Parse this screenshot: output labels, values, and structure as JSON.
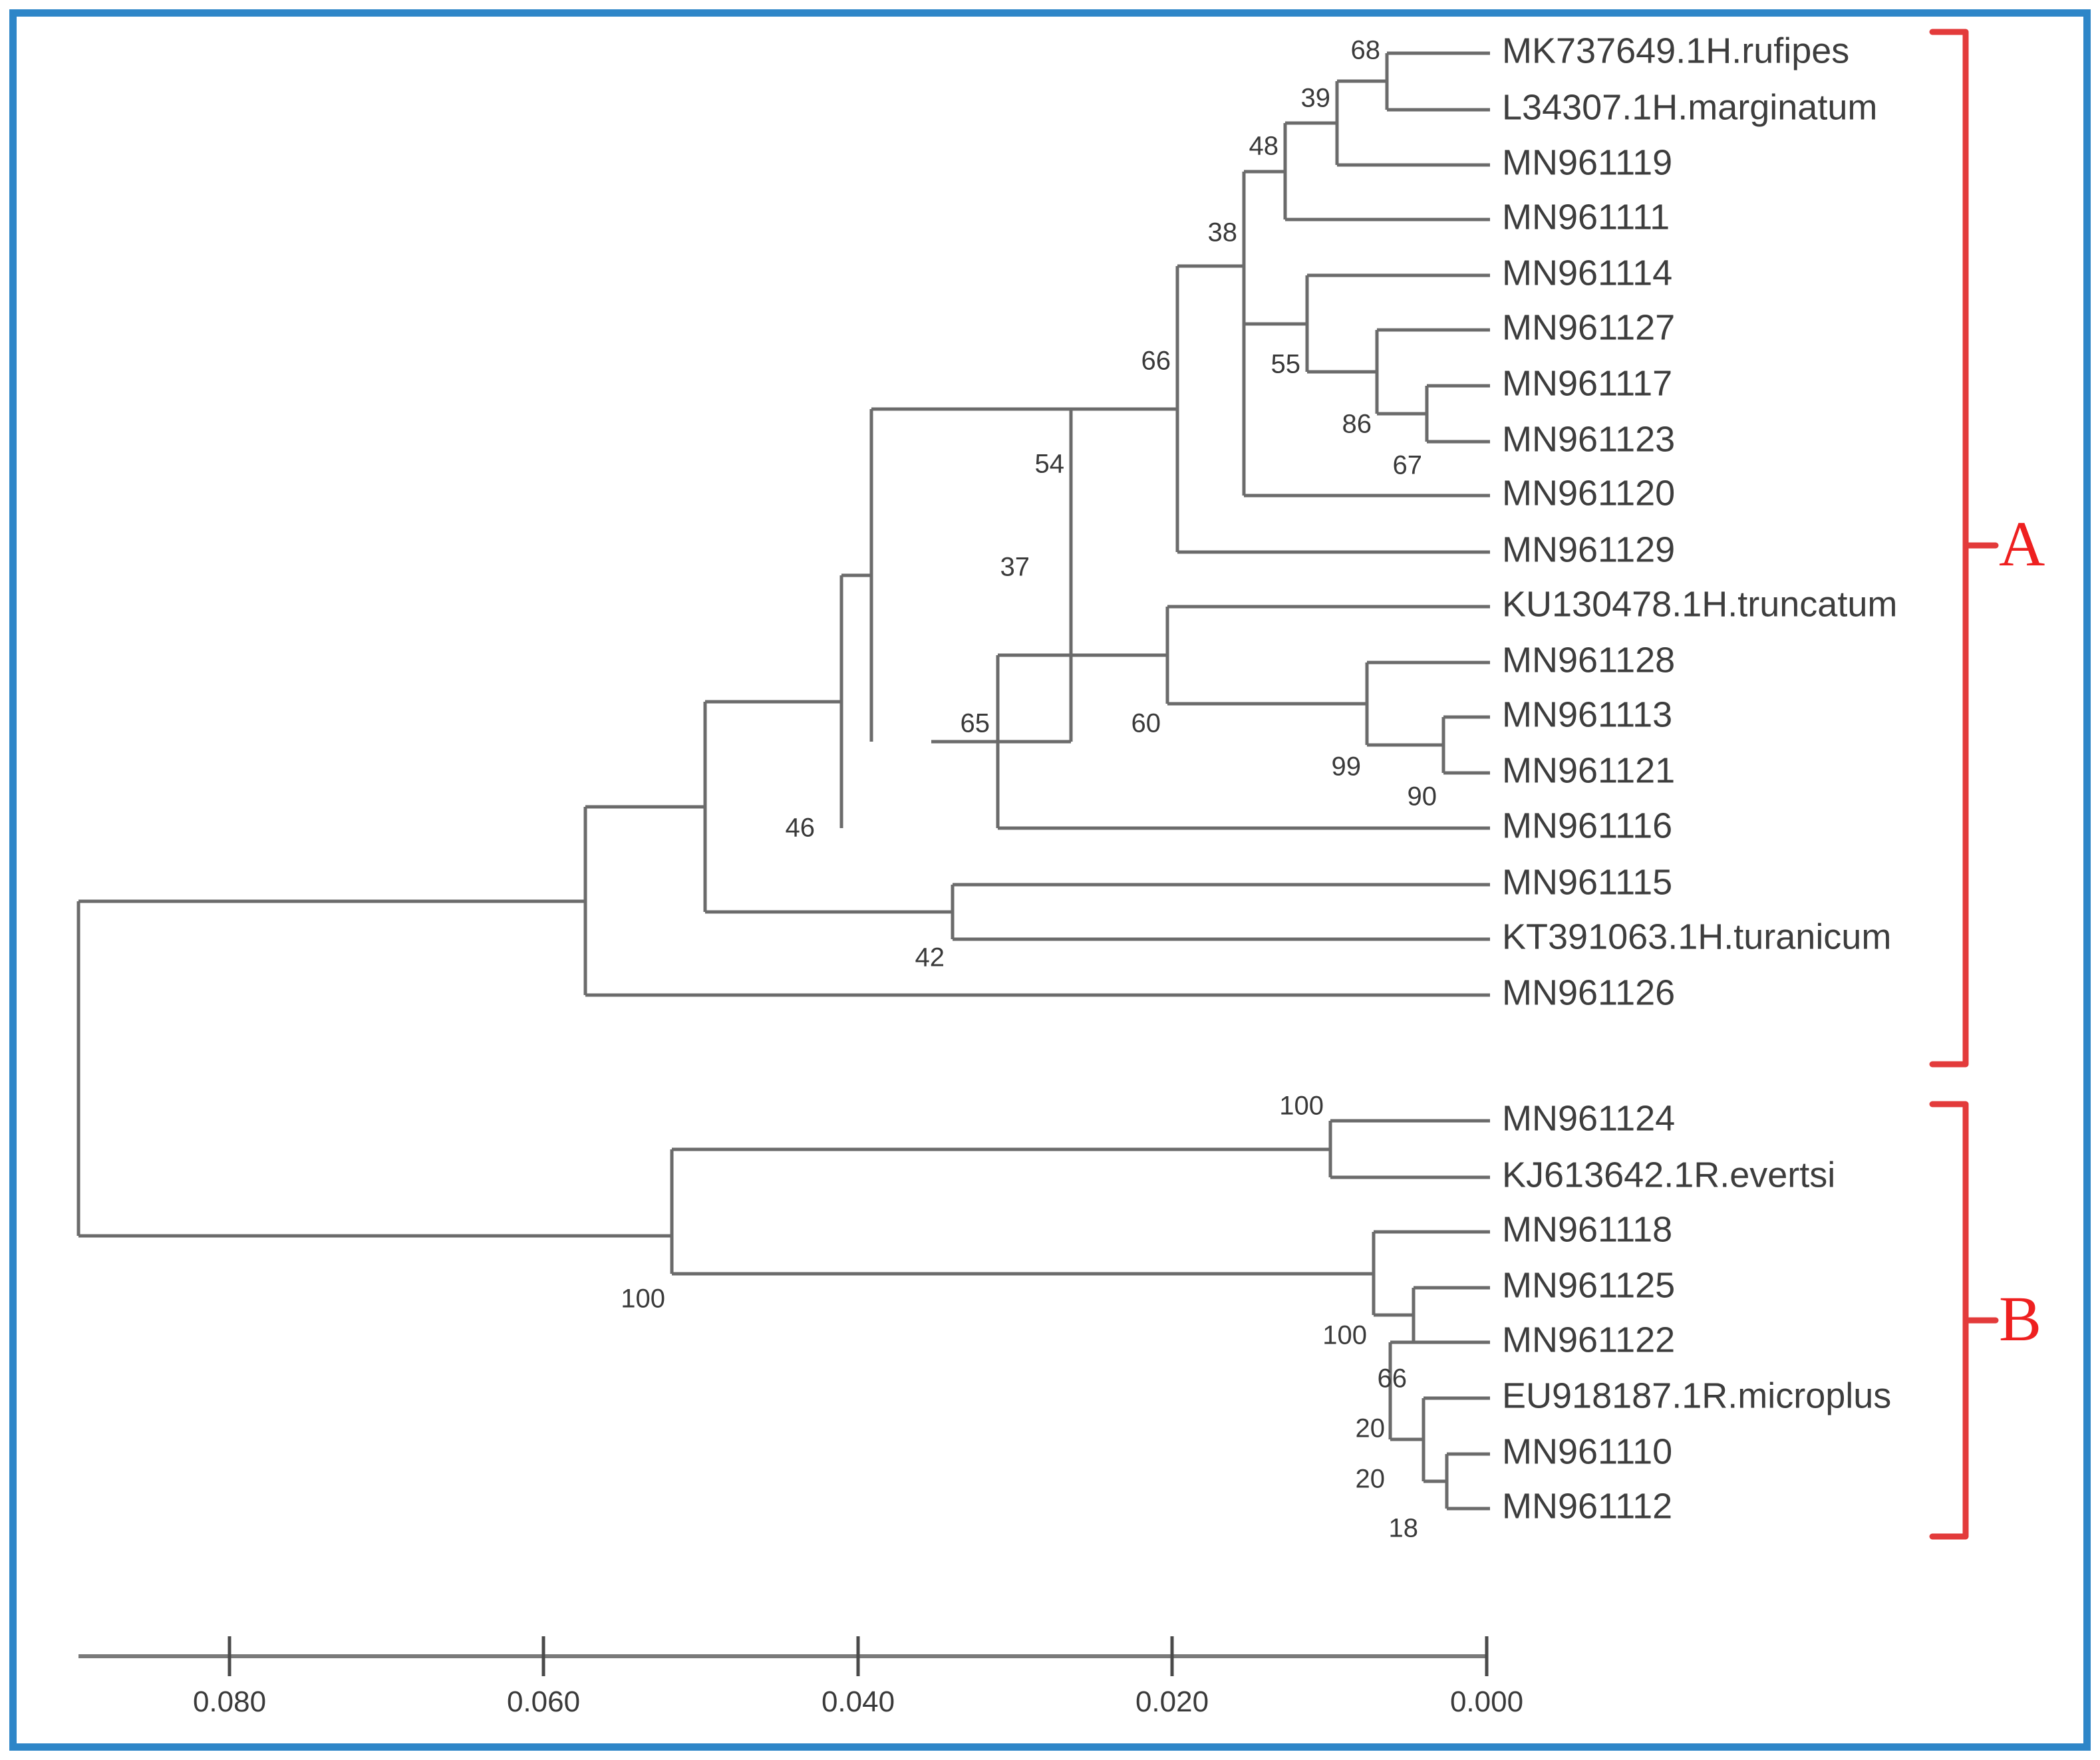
{
  "figure": {
    "type": "phylogenetic-tree",
    "border_color": "#2E86C8",
    "branch_color": "#6b6b6b",
    "clade_bracket_color": "#e33b3b"
  },
  "clades": [
    {
      "id": "A",
      "label": "A",
      "taxa_count": 18
    },
    {
      "id": "B",
      "label": "B",
      "taxa_count": 8
    }
  ],
  "taxa": [
    {
      "i": 0,
      "label": "MK737649.1H.rufipes",
      "clade": "A"
    },
    {
      "i": 1,
      "label": "L34307.1H.marginatum",
      "clade": "A"
    },
    {
      "i": 2,
      "label": "MN961119",
      "clade": "A"
    },
    {
      "i": 3,
      "label": "MN961111",
      "clade": "A"
    },
    {
      "i": 4,
      "label": "MN961114",
      "clade": "A"
    },
    {
      "i": 5,
      "label": "MN961127",
      "clade": "A"
    },
    {
      "i": 6,
      "label": "MN961117",
      "clade": "A"
    },
    {
      "i": 7,
      "label": "MN961123",
      "clade": "A"
    },
    {
      "i": 8,
      "label": "MN961120",
      "clade": "A"
    },
    {
      "i": 9,
      "label": "MN961129",
      "clade": "A"
    },
    {
      "i": 10,
      "label": "KU130478.1H.truncatum",
      "clade": "A"
    },
    {
      "i": 11,
      "label": "MN961128",
      "clade": "A"
    },
    {
      "i": 12,
      "label": "MN961113",
      "clade": "A"
    },
    {
      "i": 13,
      "label": "MN961121",
      "clade": "A"
    },
    {
      "i": 14,
      "label": "MN961116",
      "clade": "A"
    },
    {
      "i": 15,
      "label": "MN961115",
      "clade": "A"
    },
    {
      "i": 16,
      "label": "KT391063.1H.turanicum",
      "clade": "A"
    },
    {
      "i": 17,
      "label": "MN961126",
      "clade": "A"
    },
    {
      "i": 18,
      "label": "MN961124",
      "clade": "B"
    },
    {
      "i": 19,
      "label": "KJ613642.1R.evertsi",
      "clade": "B"
    },
    {
      "i": 20,
      "label": "MN961118",
      "clade": "B"
    },
    {
      "i": 21,
      "label": "MN961125",
      "clade": "B"
    },
    {
      "i": 22,
      "label": "MN961122",
      "clade": "B"
    },
    {
      "i": 23,
      "label": "EU918187.1R.microplus",
      "clade": "B"
    },
    {
      "i": 24,
      "label": "MN961110",
      "clade": "B"
    },
    {
      "i": 25,
      "label": "MN961112",
      "clade": "B"
    }
  ],
  "bootstrap_values": [
    {
      "id": "n68",
      "value": "68"
    },
    {
      "id": "n39",
      "value": "39"
    },
    {
      "id": "n48",
      "value": "48"
    },
    {
      "id": "n38",
      "value": "38"
    },
    {
      "id": "n55",
      "value": "55"
    },
    {
      "id": "n86",
      "value": "86"
    },
    {
      "id": "n67",
      "value": "67"
    },
    {
      "id": "n66",
      "value": "66"
    },
    {
      "id": "n54",
      "value": "54"
    },
    {
      "id": "n37",
      "value": "37"
    },
    {
      "id": "n60",
      "value": "60"
    },
    {
      "id": "n99",
      "value": "99"
    },
    {
      "id": "n90",
      "value": "90"
    },
    {
      "id": "n65",
      "value": "65"
    },
    {
      "id": "n46",
      "value": "46"
    },
    {
      "id": "n42",
      "value": "42"
    },
    {
      "id": "n100a",
      "value": "100"
    },
    {
      "id": "n100b",
      "value": "100"
    },
    {
      "id": "n100c",
      "value": "100"
    },
    {
      "id": "n66b",
      "value": "66"
    },
    {
      "id": "n20a",
      "value": "20"
    },
    {
      "id": "n20b",
      "value": "20"
    },
    {
      "id": "n18",
      "value": "18"
    }
  ],
  "scale_axis": {
    "ticks": [
      "0.080",
      "0.060",
      "0.040",
      "0.020",
      "0.000"
    ],
    "direction": "decreasing-left-to-right"
  },
  "chart_data": {
    "type": "tree",
    "title": "",
    "xlabel": "",
    "ylabel": "",
    "scale_ticks": [
      0.08,
      0.06,
      0.04,
      0.02,
      0.0
    ],
    "leaf_count": 26,
    "newick_summary": "((((((((MK737649.1H.rufipes,L34307.1H.marginatum)68,MN961119)39,MN961111)48,(MN961114,(MN961127,(MN961117,MN961123)67)86)55)38,MN961129)66,((KU130478.1H.truncatum,(MN961128,(MN961113,MN961121)90)99)60,MN961116)54?)37,...)65,(MN961115,KT391063.1H.turanicum)42)46,MN961126)A ; ((MN961124,KJ613642.1R.evertsi)100,(MN961118,(MN961125,(MN961122,(EU918187.1R.microplus,(MN961110,MN961112)18)20)20)66)100)100 B"
  }
}
